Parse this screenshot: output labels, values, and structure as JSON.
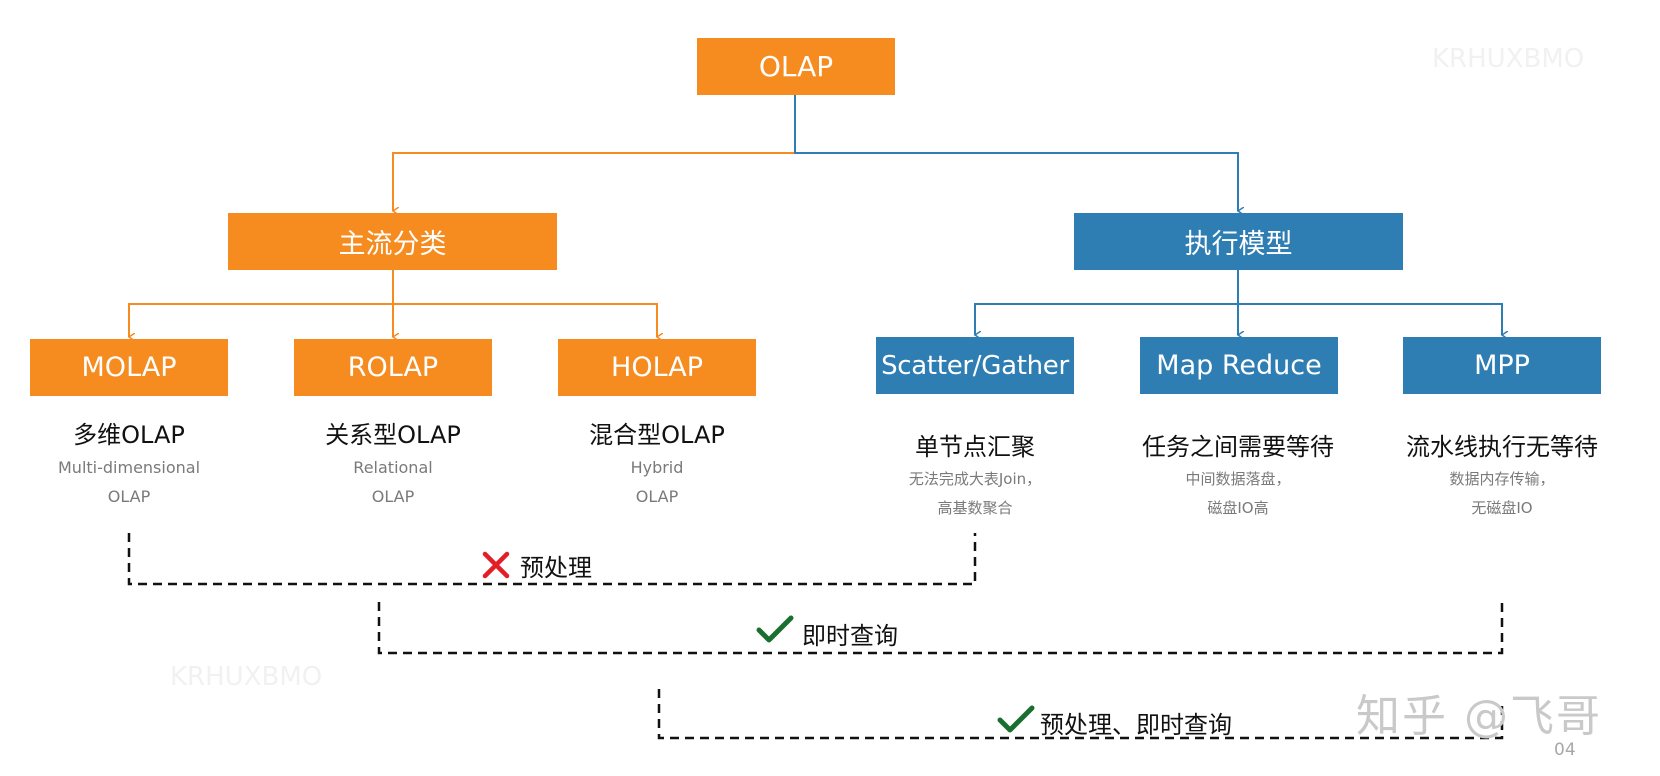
{
  "root": {
    "label": "OLAP"
  },
  "categories": [
    {
      "id": "mainstream",
      "label": "主流分类",
      "children": [
        {
          "id": "molap",
          "label": "MOLAP",
          "title": "多维OLAP",
          "sub1": "Multi-dimensional",
          "sub2": "OLAP"
        },
        {
          "id": "rolap",
          "label": "ROLAP",
          "title": "关系型OLAP",
          "sub1": "Relational",
          "sub2": "OLAP"
        },
        {
          "id": "holap",
          "label": "HOLAP",
          "title": "混合型OLAP",
          "sub1": "Hybrid",
          "sub2": "OLAP"
        }
      ]
    },
    {
      "id": "exec",
      "label": "执行模型",
      "children": [
        {
          "id": "scatter",
          "label": "Scatter/Gather",
          "title": "单节点汇聚",
          "sub1": "无法完成大表Join，",
          "sub2": "高基数聚合"
        },
        {
          "id": "mapreduce",
          "label": "Map Reduce",
          "title": "任务之间需要等待",
          "sub1": "中间数据落盘，",
          "sub2": "磁盘IO高"
        },
        {
          "id": "mpp",
          "label": "MPP",
          "title": "流水线执行无等待",
          "sub1": "数据内存传输，",
          "sub2": "无磁盘IO"
        }
      ]
    }
  ],
  "groupings": [
    {
      "id": "preprocess",
      "label": "预处理",
      "mark": "cross-icon"
    },
    {
      "id": "realtime",
      "label": "即时查询",
      "mark": "check-icon"
    },
    {
      "id": "both",
      "label": "预处理、即时查询",
      "mark": "check-icon"
    }
  ],
  "colors": {
    "orange": "#f68b1f",
    "blue": "#2f7eb3",
    "cross": "#e41e26",
    "check": "#1a6e2e"
  },
  "watermark": {
    "text": "知乎 @飞哥",
    "page": "04",
    "faint": "KRHUXBMO"
  }
}
